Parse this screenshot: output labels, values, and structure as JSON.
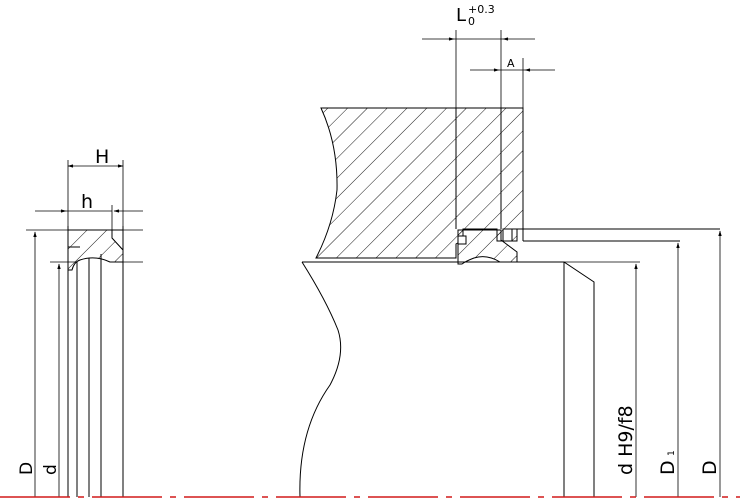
{
  "drawing": {
    "dimensions": {
      "H": "H",
      "h": "h",
      "D_left": "D",
      "d_left": "d",
      "L0_main": "L",
      "L0_sub": "0",
      "L0_tol": "+0.3",
      "A": "A",
      "d_fit": "d H9/f8",
      "D1_main": "D",
      "D1_sub": "1",
      "D_right": "D"
    },
    "colors": {
      "line": "#000000",
      "centerline": "#d21a1a",
      "background": "#ffffff"
    }
  }
}
